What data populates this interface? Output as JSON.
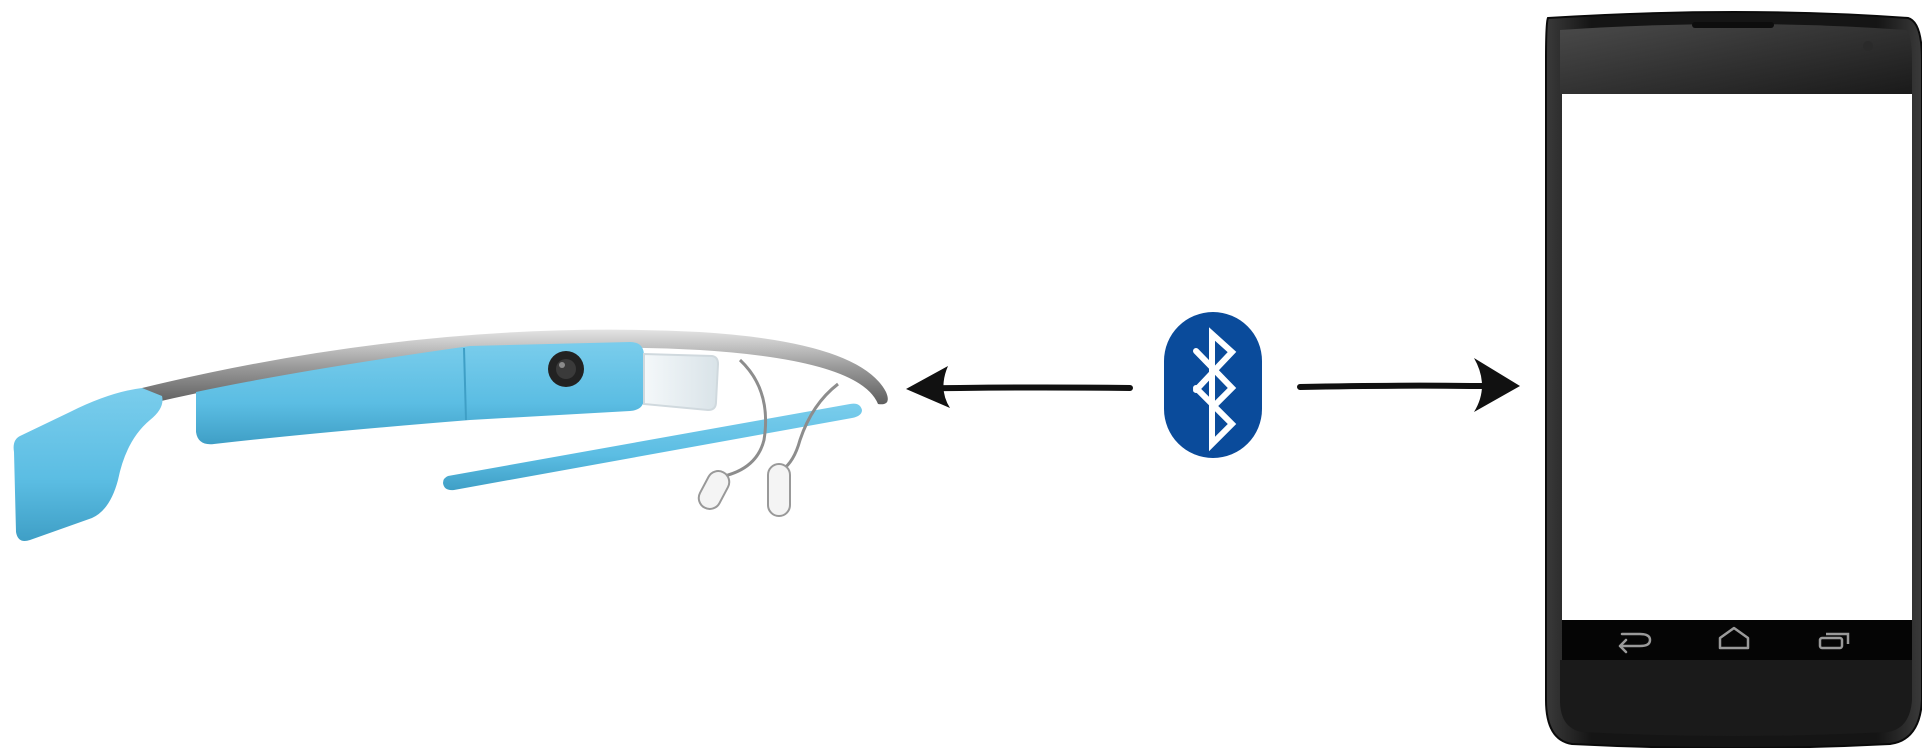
{
  "diagram": {
    "nodes": [
      {
        "id": "glass",
        "kind": "smart-glasses",
        "icon": "smart-glasses-icon"
      },
      {
        "id": "bluetooth",
        "kind": "wireless-link",
        "icon": "bluetooth-icon"
      },
      {
        "id": "phone",
        "kind": "smartphone",
        "icon": "smartphone-icon"
      }
    ],
    "edges": [
      {
        "from": "bluetooth",
        "to": "glass",
        "direction": "left"
      },
      {
        "from": "bluetooth",
        "to": "phone",
        "direction": "right"
      }
    ]
  },
  "colors": {
    "background": "#ffffff",
    "glass_frame": "#5bbde3",
    "glass_frame_shadow": "#3f9fc6",
    "glass_band": "#8c8c8c",
    "bluetooth_bg": "#0a4b9b",
    "bluetooth_symbol": "#ffffff",
    "arrow": "#111111",
    "phone_body": "#1e1e1e",
    "phone_screen": "#ffffff",
    "phone_nav_icons": "#9a9a9a"
  }
}
